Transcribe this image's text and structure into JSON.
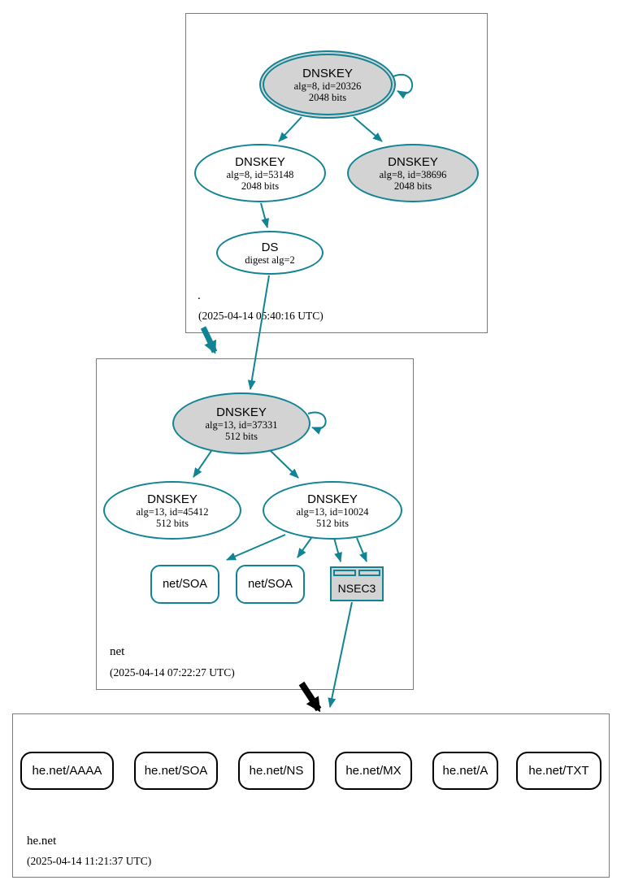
{
  "colors": {
    "edge_secure_teal": "#108494",
    "node_fill_gray": "#d3d3d3",
    "zone_box_border": "#7a7a7a",
    "delegation_black": "#000000"
  },
  "zones": [
    {
      "name": ".",
      "timestamp": "(2025-04-14 05:40:16 UTC)",
      "keys": [
        {
          "title": "DNSKEY",
          "detail1": "alg=8, id=20326",
          "detail2": "2048 bits"
        },
        {
          "title": "DNSKEY",
          "detail1": "alg=8, id=53148",
          "detail2": "2048 bits"
        },
        {
          "title": "DNSKEY",
          "detail1": "alg=8, id=38696",
          "detail2": "2048 bits"
        }
      ],
      "ds": {
        "title": "DS",
        "detail1": "digest alg=2"
      }
    },
    {
      "name": "net",
      "timestamp": "(2025-04-14 07:22:27 UTC)",
      "keys": [
        {
          "title": "DNSKEY",
          "detail1": "alg=13, id=37331",
          "detail2": "512 bits"
        },
        {
          "title": "DNSKEY",
          "detail1": "alg=13, id=45412",
          "detail2": "512 bits"
        },
        {
          "title": "DNSKEY",
          "detail1": "alg=13, id=10024",
          "detail2": "512 bits"
        }
      ],
      "rrsets": [
        "net/SOA",
        "net/SOA"
      ],
      "nsec3_label": "NSEC3"
    },
    {
      "name": "he.net",
      "timestamp": "(2025-04-14 11:21:37 UTC)",
      "records": [
        "he.net/AAAA",
        "he.net/SOA",
        "he.net/NS",
        "he.net/MX",
        "he.net/A",
        "he.net/TXT"
      ]
    }
  ]
}
